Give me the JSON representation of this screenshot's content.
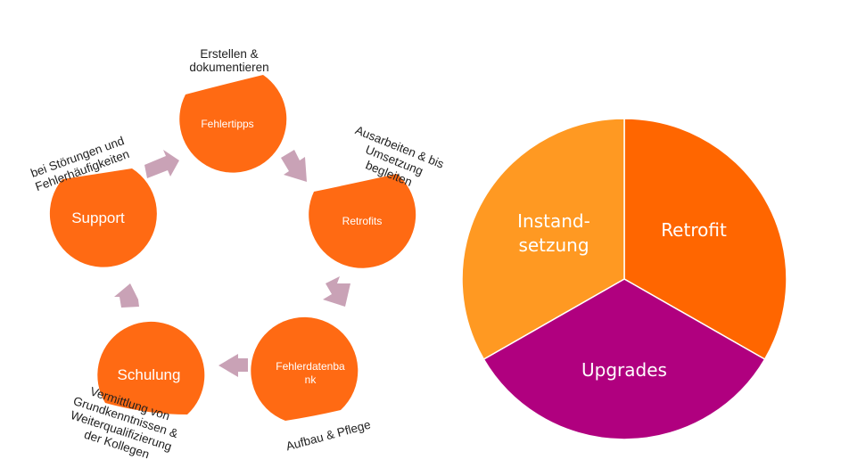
{
  "cycle": {
    "nodes": [
      {
        "id": "fehlertipps",
        "label": "Fehlertipps",
        "caption": [
          "Erstellen &",
          "dokumentieren"
        ]
      },
      {
        "id": "retrofits",
        "label": "Retrofits",
        "caption": [
          "Ausarbeiten & bis",
          "Umsetzung",
          "begleiten"
        ]
      },
      {
        "id": "fehlerdatenbank",
        "label": [
          "Fehlerdatenba",
          "nk"
        ],
        "caption": [
          "Aufbau & Pflege"
        ]
      },
      {
        "id": "schulung",
        "label": "Schulung",
        "caption": [
          "Vermittlung von",
          "Grundkenntnissen &",
          "Weiterqualifizierung",
          "der Kollegen"
        ]
      },
      {
        "id": "support",
        "label": "Support",
        "caption": [
          "bei Störungen und",
          "Fehlerhäufigkeiten"
        ]
      }
    ]
  },
  "pie": {
    "slices": [
      {
        "label": "Retrofit",
        "value": 33.3,
        "color": "#ff6600"
      },
      {
        "label": "Upgrades",
        "value": 33.3,
        "color": "#b0007f"
      },
      {
        "label": [
          "Instand-",
          "setzung"
        ],
        "value": 33.3,
        "color": "#ff9922"
      }
    ]
  },
  "colors": {
    "node": "#ff6a13",
    "arrow": "#c9a2b6"
  }
}
